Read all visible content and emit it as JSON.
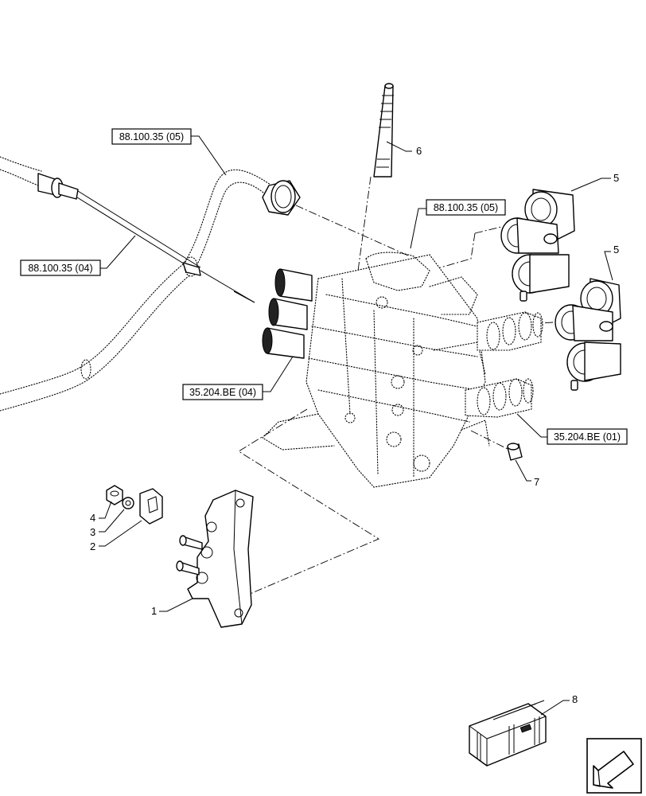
{
  "references": {
    "hose_top": "88.100.35 (05)",
    "cable_left": "88.100.35 (04)",
    "valve_right": "88.100.35 (05)",
    "valve_left": "35.204.BE (04)",
    "valve_bottom_right": "35.204.BE (01)"
  },
  "item_numbers": {
    "bracket": "1",
    "clip": "2",
    "washer": "3",
    "nut": "4",
    "coupler_upper": "5",
    "coupler_lower": "5",
    "stud": "6",
    "sleeve": "7",
    "kit_box": "8"
  },
  "icons": {
    "nav_arrow": "arrow-down-left-icon",
    "kit_box": "crate-icon"
  }
}
